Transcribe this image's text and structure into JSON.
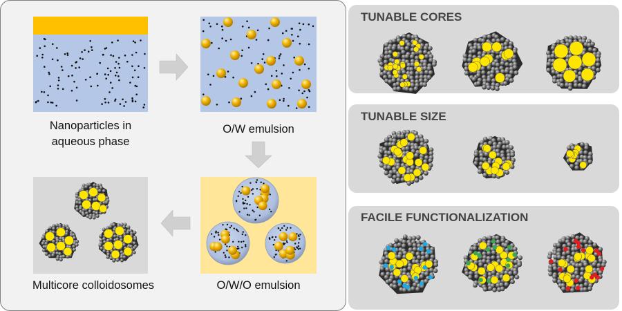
{
  "process": {
    "step1": {
      "label_line1": "Nanoparticles in",
      "label_line2": "aqueous phase"
    },
    "step2": {
      "label": "O/W emulsion"
    },
    "step3": {
      "label": "O/W/O emulsion"
    },
    "step4": {
      "label": "Multicore colloidosomes"
    }
  },
  "features": {
    "cores": {
      "title": "TUNABLE CORES"
    },
    "size": {
      "title": "TUNABLE SIZE"
    },
    "functionalization": {
      "title": "FACILE FUNCTIONALIZATION"
    }
  },
  "colors": {
    "aqueous_blue": "#b4c7e7",
    "oil_yellow": "#ffc000",
    "gold_particle": "#f2b705",
    "outer_oil": "#ffe699",
    "core_yellow": "#ffe600",
    "func_blue": "#1fa8e0",
    "func_green": "#3aa655",
    "func_red": "#e02020",
    "panel_gray": "#f2f2f2",
    "feature_gray": "#d9d9d9"
  }
}
